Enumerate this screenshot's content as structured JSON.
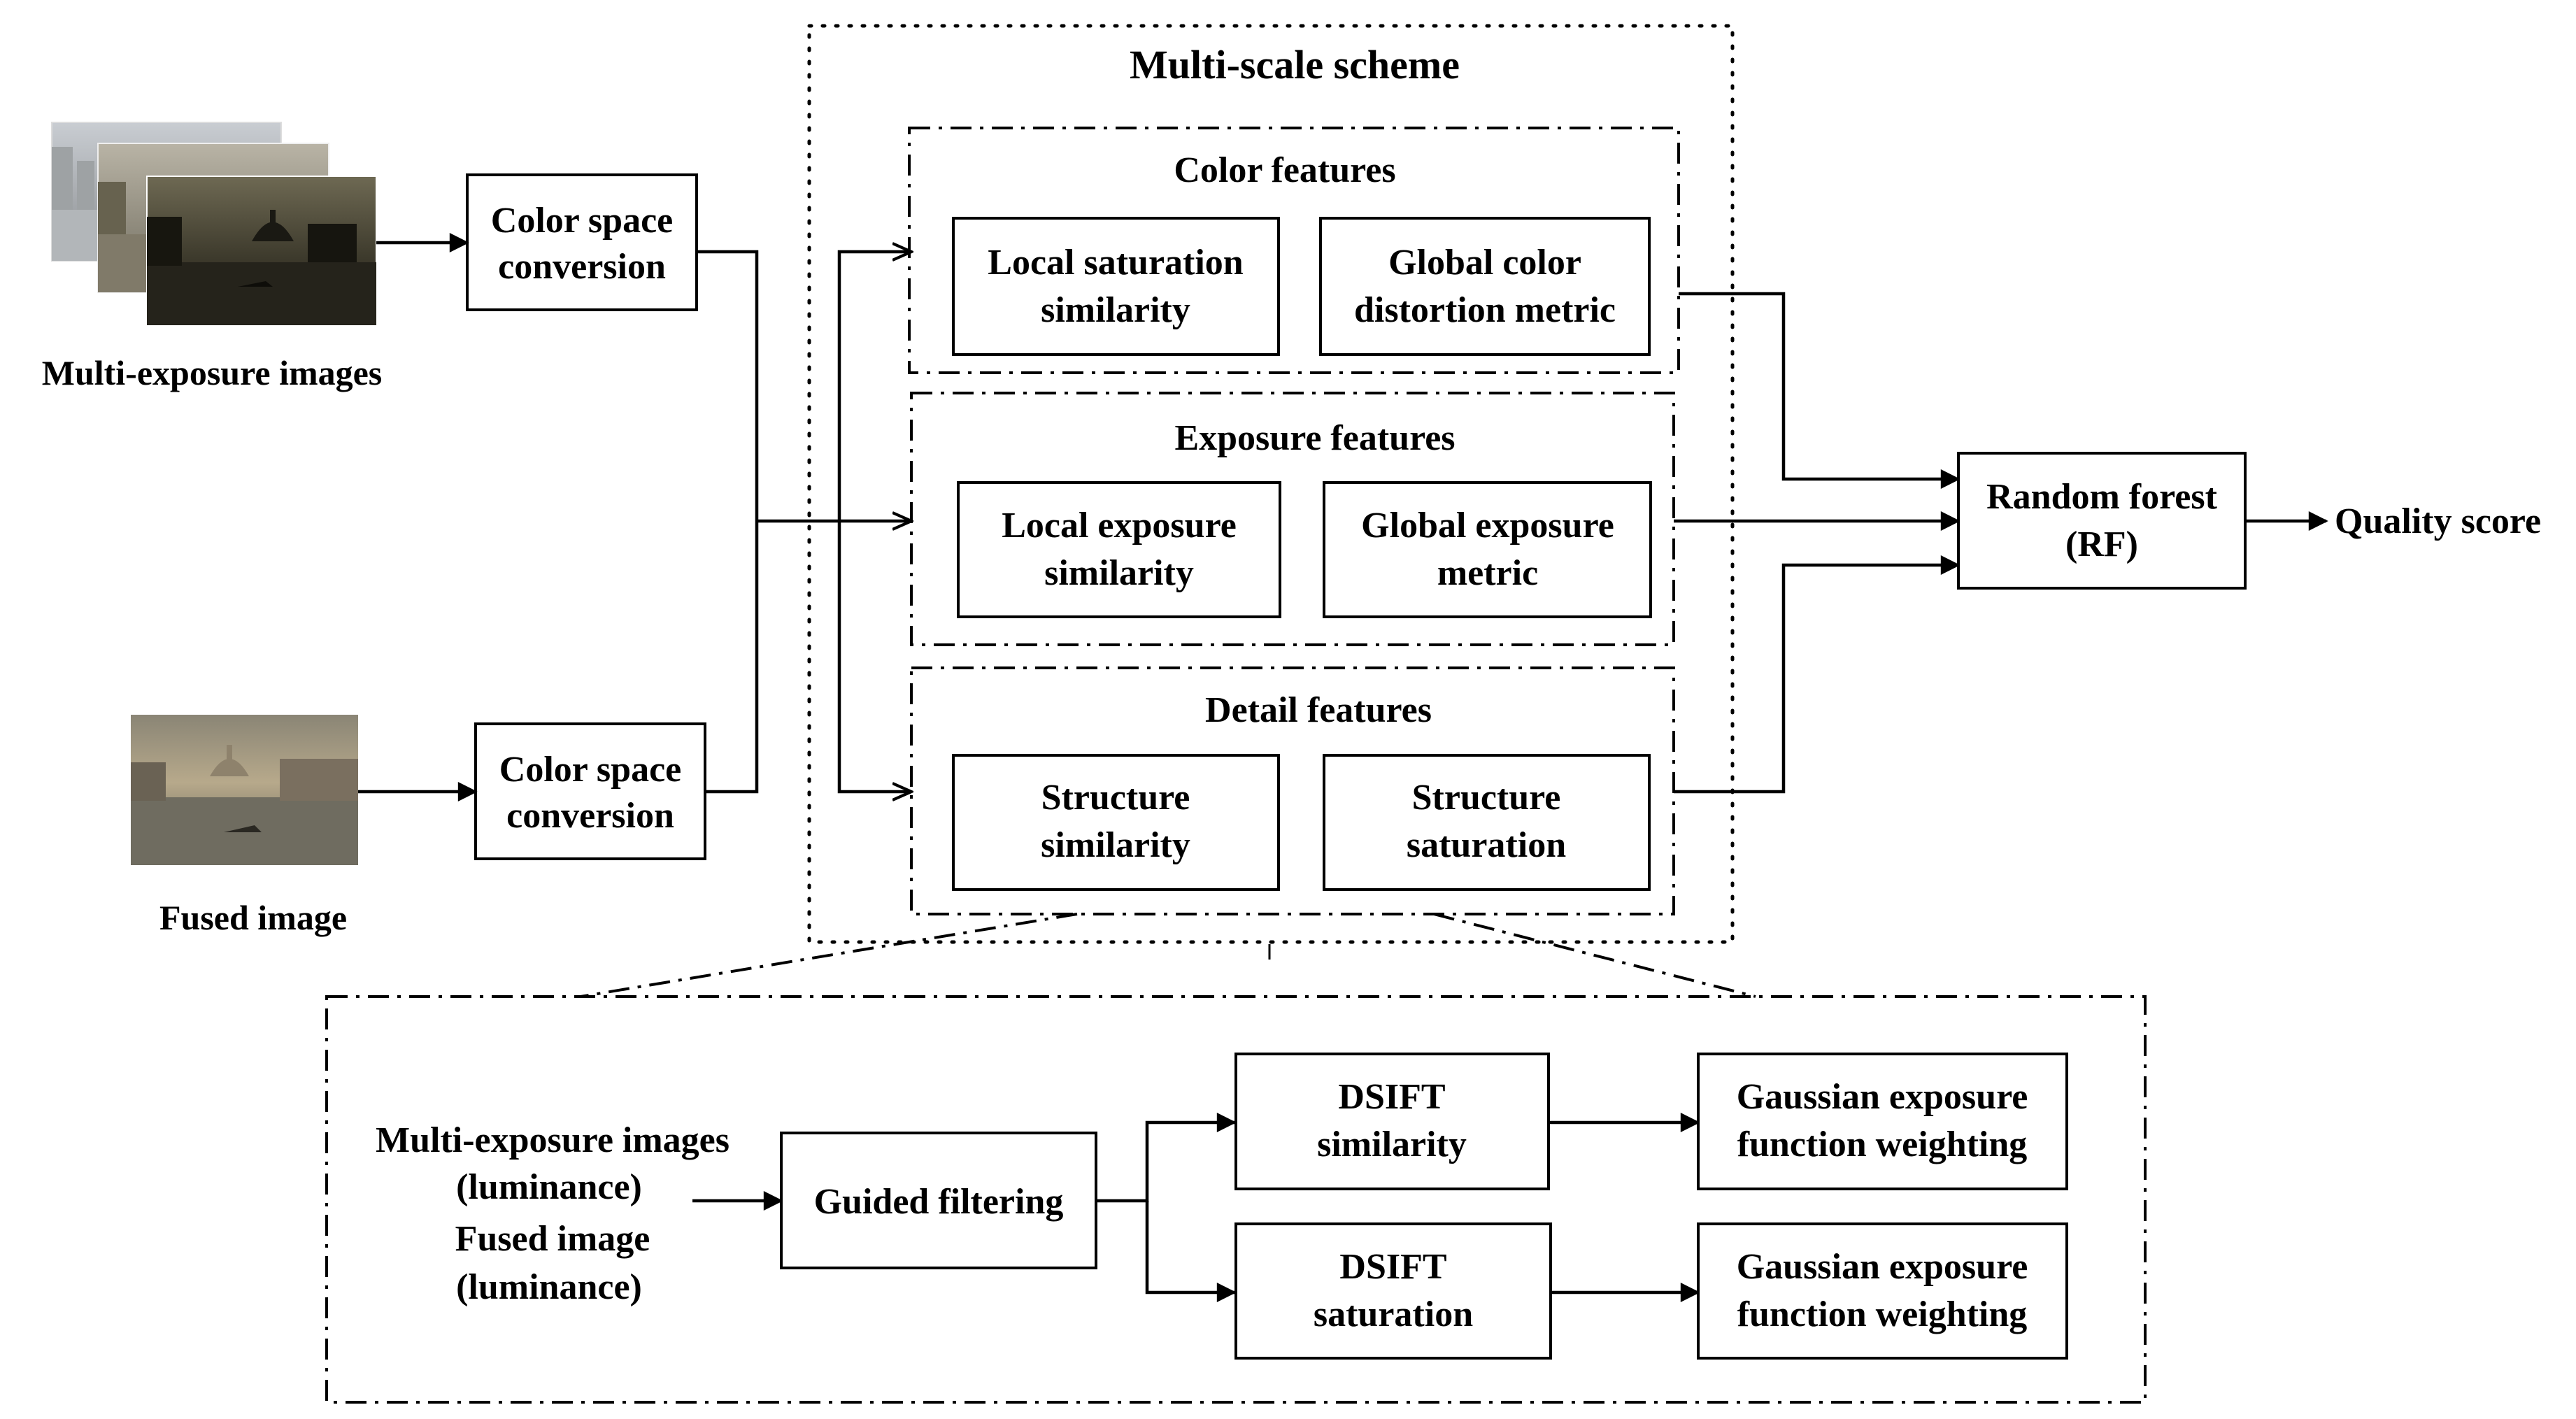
{
  "inputs": {
    "multi_exposure_caption": "Multi-exposure images",
    "fused_caption": "Fused image"
  },
  "color_space_top": [
    "Color space",
    "conversion"
  ],
  "color_space_bottom": [
    "Color space",
    "conversion"
  ],
  "multiscale": {
    "title": "Multi-scale scheme",
    "color": {
      "title": "Color features",
      "left": [
        "Local saturation",
        "similarity"
      ],
      "right": [
        "Global color",
        "distortion metric"
      ]
    },
    "exposure": {
      "title": "Exposure features",
      "left": [
        "Local exposure",
        "similarity"
      ],
      "right": [
        "Global exposure",
        "metric"
      ]
    },
    "detail": {
      "title": "Detail features",
      "left": [
        "Structure",
        "similarity"
      ],
      "right": [
        "Structure",
        "saturation"
      ]
    }
  },
  "rf": [
    "Random forest",
    "(RF)"
  ],
  "output": "Quality score",
  "detail_expansion": {
    "inputs": [
      "Multi-exposure images",
      "(luminance)",
      "Fused image",
      "(luminance)"
    ],
    "guided": "Guided filtering",
    "dsift_sim": [
      "DSIFT",
      "similarity"
    ],
    "dsift_sat": [
      "DSIFT",
      "saturation"
    ],
    "gauss_top": [
      "Gaussian exposure",
      "function weighting"
    ],
    "gauss_bottom": [
      "Gaussian exposure",
      "function weighting"
    ]
  },
  "colors": {
    "ink": "#000000",
    "background": "#ffffff"
  }
}
